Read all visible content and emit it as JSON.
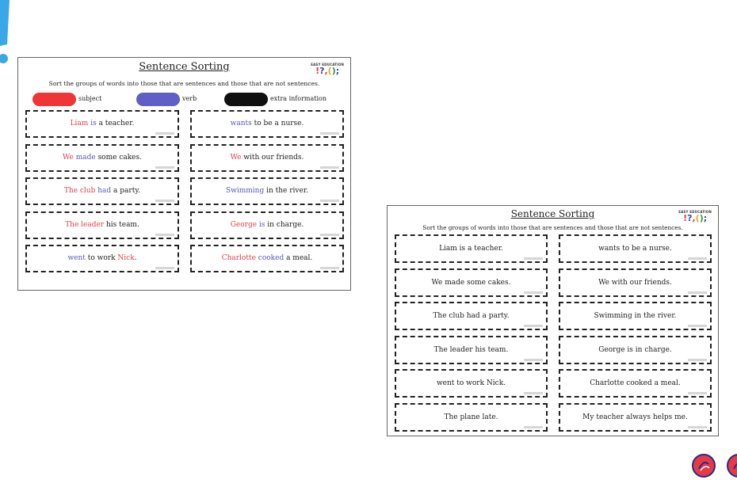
{
  "colors": {
    "subject": "#e0404a",
    "verb": "#5757c0",
    "extra": "#111111",
    "accent_blue": "#37a6e6"
  },
  "sheet1": {
    "title": "Sentence Sorting",
    "logo": {
      "label": "EASY EDUCATION",
      "glyphs": [
        "!",
        "?",
        ",",
        "(",
        ")",
        ";"
      ]
    },
    "instructions": "Sort the groups of words into those that are sentences and those that are not sentences.",
    "legend": [
      {
        "label": "subject",
        "color": "#ef3535"
      },
      {
        "label": "verb",
        "color": "#5f5fc6"
      },
      {
        "label": "extra information",
        "color": "#101010"
      }
    ],
    "cells": [
      [
        {
          "t": "Liam",
          "c": "s"
        },
        {
          "t": " "
        },
        {
          "t": "is",
          "c": "v"
        },
        {
          "t": " a teacher."
        }
      ],
      [
        {
          "t": "wants",
          "c": "v"
        },
        {
          "t": " to be a nurse."
        }
      ],
      [
        {
          "t": "We",
          "c": "s"
        },
        {
          "t": " "
        },
        {
          "t": "made",
          "c": "v"
        },
        {
          "t": " some cakes."
        }
      ],
      [
        {
          "t": "We",
          "c": "s"
        },
        {
          "t": " with our friends."
        }
      ],
      [
        {
          "t": "The club",
          "c": "s"
        },
        {
          "t": " "
        },
        {
          "t": "had",
          "c": "v"
        },
        {
          "t": " a party."
        }
      ],
      [
        {
          "t": "Swimming",
          "c": "v"
        },
        {
          "t": " in the river."
        }
      ],
      [
        {
          "t": "The leader",
          "c": "s"
        },
        {
          "t": " his team."
        }
      ],
      [
        {
          "t": "George",
          "c": "s"
        },
        {
          "t": " "
        },
        {
          "t": "is",
          "c": "v"
        },
        {
          "t": " in charge."
        }
      ],
      [
        {
          "t": "went",
          "c": "v"
        },
        {
          "t": " to work "
        },
        {
          "t": "Nick",
          "c": "s"
        },
        {
          "t": "."
        }
      ],
      [
        {
          "t": "Charlotte",
          "c": "s"
        },
        {
          "t": " "
        },
        {
          "t": "cooked",
          "c": "v"
        },
        {
          "t": " a meal."
        }
      ]
    ]
  },
  "sheet2": {
    "title": "Sentence Sorting",
    "logo": {
      "label": "EASY EDUCATION",
      "glyphs": [
        "!",
        "?",
        ",",
        "(",
        ")",
        ";"
      ]
    },
    "instructions": "Sort the groups of words into those that are sentences and those that are not sentences.",
    "cells": [
      "Liam is a teacher.",
      "wants to be a nurse.",
      "We made some cakes.",
      "We with our friends.",
      "The club had a party.",
      "Swimming in the river.",
      "The leader his team.",
      "George is in charge.",
      "went to work Nick.",
      "Charlotte cooked a meal.",
      "The plane late.",
      "My teacher always helps me."
    ]
  },
  "nav": {
    "buttons": [
      "prev-slide-icon",
      "next-slide-icon"
    ]
  }
}
